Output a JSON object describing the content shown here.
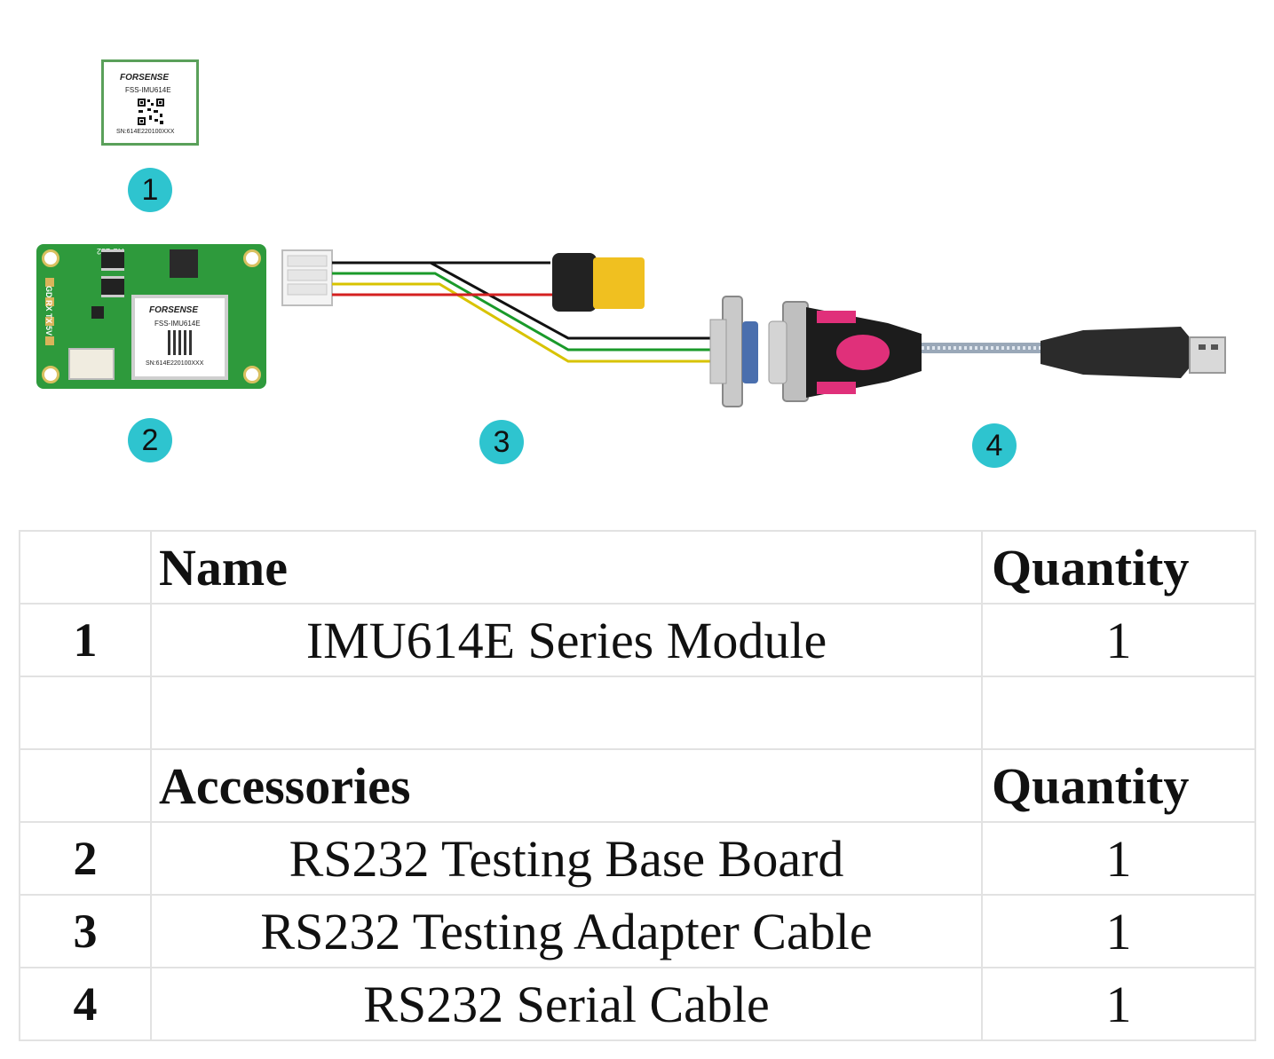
{
  "figure": {
    "badges": [
      "1",
      "2",
      "3",
      "4"
    ],
    "module": {
      "brand": "FORSENSE",
      "model": "FSS-IMU614E",
      "serial": "SN:614E220100XXX"
    },
    "board": {
      "label": "RS-232",
      "pins": "GD RX TX 5V"
    },
    "colors": {
      "badge": "#2ec4cf",
      "board_green": "#2e9a3c",
      "module_border": "#5aa05a",
      "connector_yellow": "#f0c020",
      "serial_pink": "#e0307a",
      "wire_black": "#111111",
      "wire_green": "#1a9a2a",
      "wire_yellow": "#d8c300",
      "wire_red": "#d42020"
    }
  },
  "table": {
    "section1": {
      "title": "Name",
      "qty_header": "Quantity"
    },
    "section2": {
      "title": "Accessories",
      "qty_header": "Quantity"
    },
    "rows": [
      {
        "num": "1",
        "name": "IMU614E Series Module",
        "qty": "1"
      },
      {
        "num": "2",
        "name": "RS232 Testing Base Board",
        "qty": "1"
      },
      {
        "num": "3",
        "name": "RS232 Testing Adapter Cable",
        "qty": "1"
      },
      {
        "num": "4",
        "name": "RS232 Serial Cable",
        "qty": "1"
      }
    ]
  }
}
